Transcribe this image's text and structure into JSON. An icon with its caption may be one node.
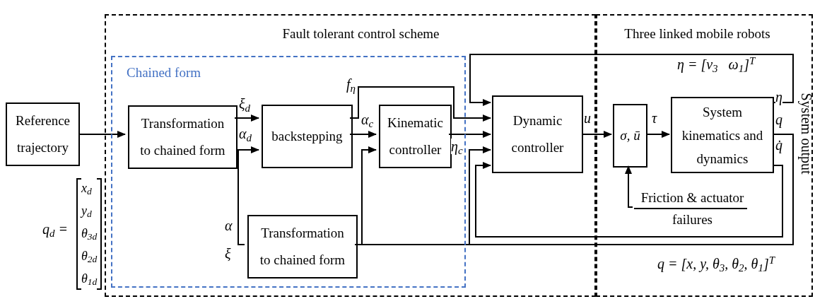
{
  "diagram": {
    "nodes": [
      {
        "text": [
          "Fault tolerant control scheme"
        ]
      },
      {
        "text": [
          "Three linked mobile robots"
        ]
      },
      {
        "text": [
          "Chained form"
        ],
        "in": 0
      },
      {
        "text": [
          "Reference trajectory"
        ],
        "beside": [
          "q$_{d}$ =",
          "x$_{d}$",
          "y$_{d}$",
          "θ$_{3d}$",
          "θ$_{2d}$",
          "θ$_{1d}$"
        ]
      },
      {
        "text": [
          "Transformation to chained form"
        ],
        "in": 2
      },
      {
        "text": [
          "backstepping"
        ],
        "in": 2
      },
      {
        "text": [
          "Kinematic controller"
        ],
        "in": 2
      },
      {
        "text": [
          "Transformation to chained form"
        ],
        "in": 2
      },
      {
        "text": [
          "Dynamic controller"
        ],
        "in": 0
      },
      {
        "text": [
          "σ, ū"
        ],
        "in": 1
      },
      {
        "text": [
          "System kinematics and dynamics"
        ],
        "in": 1
      },
      {
        "text": [
          "Friction & actuator failures"
        ],
        "in": 1
      }
    ],
    "edges": [
      {
        "from": 3,
        "to": 4,
        "arrow": "to"
      },
      {
        "from": 4,
        "to": 5,
        "arrow": "to",
        "label": "ξ$_{d}$"
      },
      {
        "from": 7,
        "to": 5,
        "arrow": "to",
        "label": "α$_{d}$"
      },
      {
        "from": 5,
        "to": 6,
        "arrow": "to",
        "label": "α$_{c}$"
      },
      {
        "from": 5,
        "to": 8,
        "arrow": "to",
        "label": "f$_{η}$"
      },
      {
        "from": 6,
        "to": 8,
        "arrow": "to",
        "label": "η$_{c}$"
      },
      {
        "from": 10,
        "to": 7,
        "arrow": "none",
        "label": "q"
      },
      {
        "from": 10,
        "to": 6,
        "arrow": "to"
      },
      {
        "from": 10,
        "to": 8,
        "arrow": "to"
      },
      {
        "from": 8,
        "to": 9,
        "arrow": "to",
        "label": "u"
      },
      {
        "from": 9,
        "to": 10,
        "arrow": "to",
        "label": "τ"
      },
      {
        "from": 10,
        "to": 8,
        "arrow": "to",
        "label": "η"
      },
      {
        "from": 10,
        "to": 8,
        "arrow": "to",
        "label": "q̇"
      },
      {
        "from": 11,
        "to": 9,
        "arrow": "to"
      }
    ],
    "labels": [
      "α",
      "ξ",
      "η = [v$_{3}$   ω$_{1}$]$^{T}$",
      "q = [x, y, θ$_{3}$, θ$_{2}$, θ$_{1}$]$^{T}$",
      "System output"
    ]
  }
}
